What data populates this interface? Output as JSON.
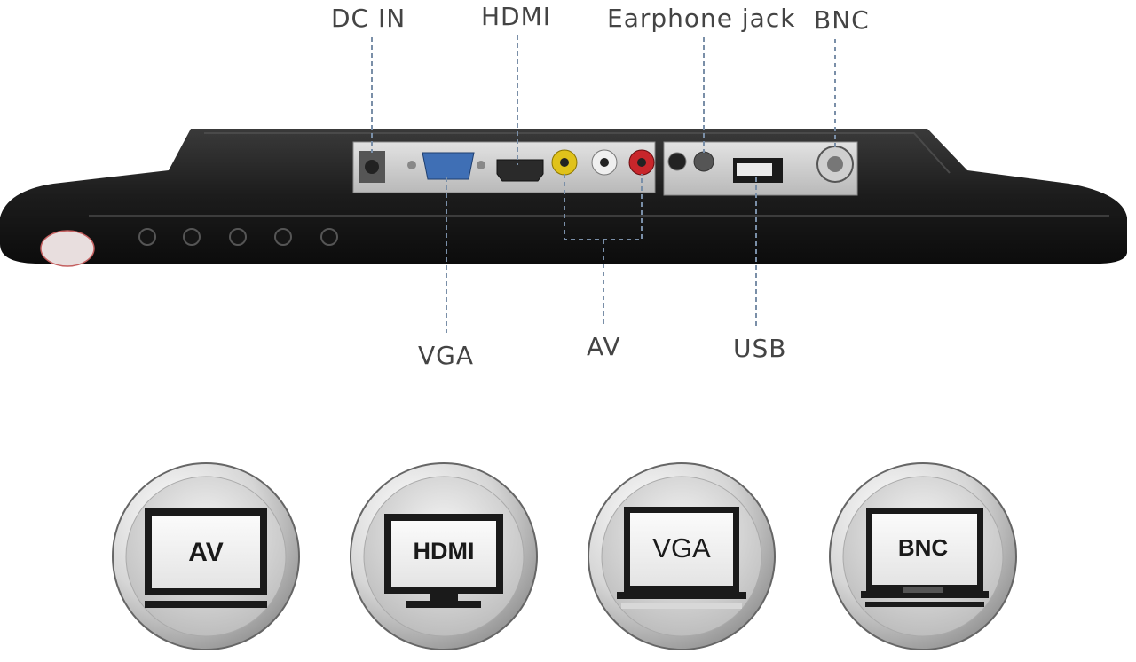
{
  "port_labels": {
    "dc_in": "DC IN",
    "hdmi": "HDMI",
    "earphone_jack": "Earphone jack",
    "bnc": "BNC",
    "vga": "VGA",
    "av": "AV",
    "usb": "USB"
  },
  "input_badges": [
    "AV",
    "HDMI",
    "VGA",
    "BNC"
  ],
  "colors": {
    "label_text": "#444444",
    "leader_line": "#7a8fa8",
    "monitor_body": "#1b1b1b",
    "port_panel": "#cfcfcf",
    "vga_port": "#3f6fb5",
    "rca_yellow": "#e0c21b",
    "rca_white": "#efefef",
    "rca_red": "#c8262b"
  }
}
